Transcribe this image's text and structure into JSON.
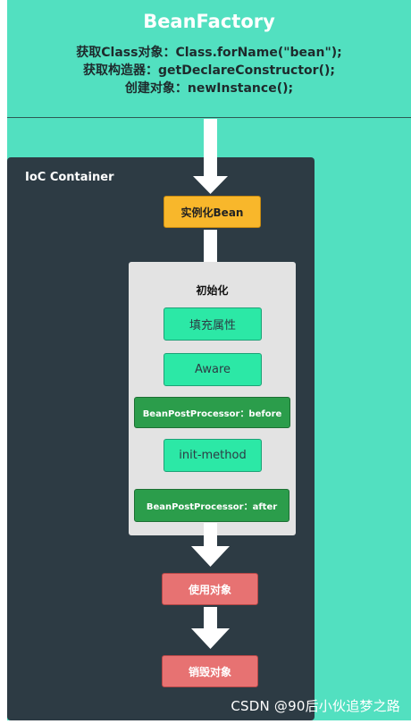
{
  "header": {
    "title": "BeanFactory",
    "line1": "获取Class对象：Class.forName(\"bean\");",
    "line2": "获取构造器：getDeclareConstructor();",
    "line3": "创建对象：newInstance();"
  },
  "container": {
    "label": "IoC Container"
  },
  "steps": {
    "instantiate": "实例化Bean",
    "init_group": "初始化",
    "fill_properties": "填充属性",
    "aware": "Aware",
    "bpp_before": "BeanPostProcessor：before",
    "init_method": "init-method",
    "bpp_after": "BeanPostProcessor：after",
    "use_object": "使用对象",
    "destroy_object": "销毁对象"
  },
  "colors": {
    "background": "#52e0c0",
    "container": "#2d3b44",
    "instantiate": "#f8b72b",
    "init_steps": "#2ce8a6",
    "bpp": "#2b9d4b",
    "lifecycle_end": "#e77272"
  },
  "watermark": "CSDN @90后小伙追梦之路"
}
